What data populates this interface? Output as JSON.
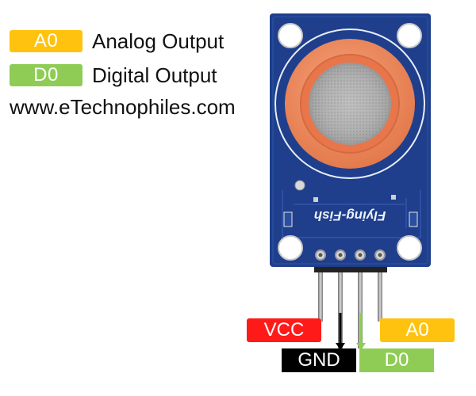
{
  "legend": {
    "a0": {
      "badge": "A0",
      "text": "Analog Output",
      "color": "#ffc20e"
    },
    "d0": {
      "badge": "D0",
      "text": "Digital Output",
      "color": "#8fcc55"
    }
  },
  "website": "www.eTechnophiles.com",
  "board": {
    "silkscreen": "Flying-Fish",
    "pcb_color": "#1f3f8c",
    "sensor_cap_color": "#f08a5d"
  },
  "pins": {
    "vcc": {
      "label": "VCC",
      "color": "#ff1a1a"
    },
    "gnd": {
      "label": "GND",
      "color": "#000000"
    },
    "a0": {
      "label": "A0",
      "color": "#ffc20e"
    },
    "d0": {
      "label": "D0",
      "color": "#8fcc55"
    }
  }
}
